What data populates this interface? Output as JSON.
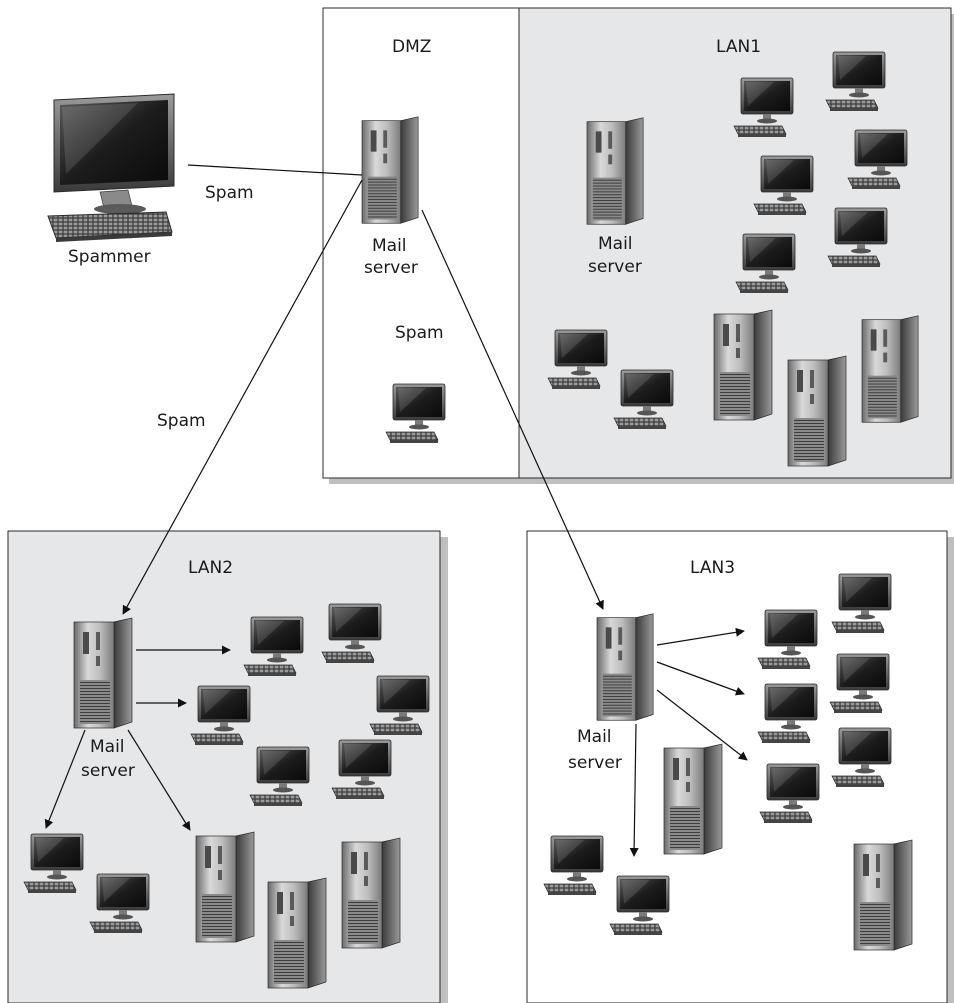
{
  "spammer": {
    "label": "Spammer"
  },
  "dmz": {
    "title": "DMZ",
    "mail_server": [
      "Mail",
      "server"
    ],
    "spam_label": "Spam"
  },
  "lan1": {
    "title": "LAN1",
    "mail_server": [
      "Mail",
      "server"
    ]
  },
  "lan2": {
    "title": "LAN2",
    "mail_server": [
      "Mail",
      "server"
    ]
  },
  "lan3": {
    "title": "LAN3",
    "mail_server": [
      "Mail",
      "server"
    ]
  },
  "flows": {
    "spammer_to_dmz": "Spam",
    "dmz_to_lan2": "Spam"
  },
  "colors": {
    "zone_fill_gray": "#e6e7e9",
    "zone_fill_white": "#ffffff",
    "border": "#2b2b2b",
    "shadow": "#bdbdbd"
  },
  "icons": {
    "desktop": "desktop-computer-icon",
    "tower": "server-tower-icon",
    "workstation": "workstation-icon"
  }
}
